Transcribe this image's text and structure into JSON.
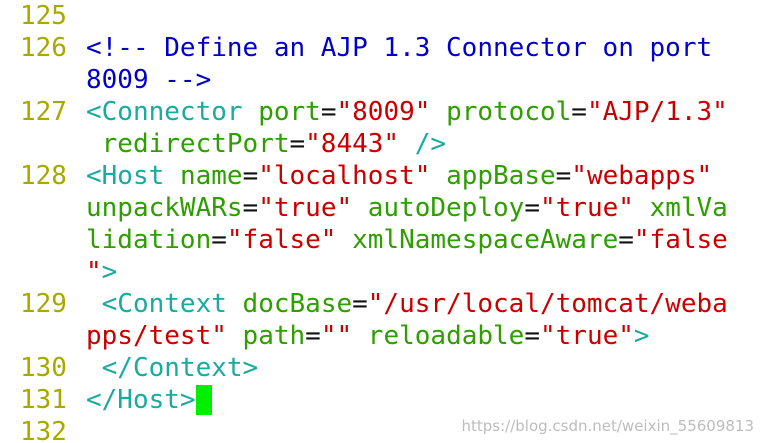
{
  "editor": {
    "lines": [
      {
        "num": "125",
        "segments": []
      },
      {
        "num": "126",
        "segments": [
          {
            "t": "<!-- Define an AJP 1.3 Connector on port",
            "c": "cmt"
          }
        ]
      },
      {
        "num": "",
        "segments": [
          {
            "t": "8009 -->",
            "c": "cmt"
          }
        ]
      },
      {
        "num": "127",
        "segments": [
          {
            "t": "<Connector",
            "c": "tag"
          },
          {
            "t": " ",
            "c": "plain"
          },
          {
            "t": "port",
            "c": "attr"
          },
          {
            "t": "=",
            "c": "eq"
          },
          {
            "t": "\"8009\"",
            "c": "val"
          },
          {
            "t": " ",
            "c": "plain"
          },
          {
            "t": "protocol",
            "c": "attr"
          },
          {
            "t": "=",
            "c": "eq"
          },
          {
            "t": "\"AJP/1.3\"",
            "c": "val"
          }
        ]
      },
      {
        "num": "",
        "segments": [
          {
            "t": " ",
            "c": "plain"
          },
          {
            "t": "redirectPort",
            "c": "attr"
          },
          {
            "t": "=",
            "c": "eq"
          },
          {
            "t": "\"8443\"",
            "c": "val"
          },
          {
            "t": " ",
            "c": "plain"
          },
          {
            "t": "/>",
            "c": "tag"
          }
        ]
      },
      {
        "num": "128",
        "segments": [
          {
            "t": "<Host",
            "c": "tag"
          },
          {
            "t": " ",
            "c": "plain"
          },
          {
            "t": "name",
            "c": "attr"
          },
          {
            "t": "=",
            "c": "eq"
          },
          {
            "t": "\"localhost\"",
            "c": "val"
          },
          {
            "t": " ",
            "c": "plain"
          },
          {
            "t": "appBase",
            "c": "attr"
          },
          {
            "t": "=",
            "c": "eq"
          },
          {
            "t": "\"webapps\"",
            "c": "val"
          }
        ]
      },
      {
        "num": "",
        "segments": [
          {
            "t": "unpackWARs",
            "c": "attr"
          },
          {
            "t": "=",
            "c": "eq"
          },
          {
            "t": "\"true\"",
            "c": "val"
          },
          {
            "t": " ",
            "c": "plain"
          },
          {
            "t": "autoDeploy",
            "c": "attr"
          },
          {
            "t": "=",
            "c": "eq"
          },
          {
            "t": "\"true\"",
            "c": "val"
          },
          {
            "t": " ",
            "c": "plain"
          },
          {
            "t": "xmlVa",
            "c": "attr"
          }
        ]
      },
      {
        "num": "",
        "segments": [
          {
            "t": "lidation",
            "c": "attr"
          },
          {
            "t": "=",
            "c": "eq"
          },
          {
            "t": "\"false\"",
            "c": "val"
          },
          {
            "t": " ",
            "c": "plain"
          },
          {
            "t": "xmlNamespaceAware",
            "c": "attr"
          },
          {
            "t": "=",
            "c": "eq"
          },
          {
            "t": "\"false",
            "c": "val"
          }
        ]
      },
      {
        "num": "",
        "segments": [
          {
            "t": "\"",
            "c": "val"
          },
          {
            "t": ">",
            "c": "tag"
          }
        ]
      },
      {
        "num": "129",
        "segments": [
          {
            "t": " ",
            "c": "plain"
          },
          {
            "t": "<Context",
            "c": "tag"
          },
          {
            "t": " ",
            "c": "plain"
          },
          {
            "t": "docBase",
            "c": "attr"
          },
          {
            "t": "=",
            "c": "eq"
          },
          {
            "t": "\"/usr/local/tomcat/weba",
            "c": "val"
          }
        ]
      },
      {
        "num": "",
        "segments": [
          {
            "t": "pps/test\"",
            "c": "val"
          },
          {
            "t": " ",
            "c": "plain"
          },
          {
            "t": "path",
            "c": "attr"
          },
          {
            "t": "=",
            "c": "eq"
          },
          {
            "t": "\"\"",
            "c": "val"
          },
          {
            "t": " ",
            "c": "plain"
          },
          {
            "t": "reloadable",
            "c": "attr"
          },
          {
            "t": "=",
            "c": "eq"
          },
          {
            "t": "\"true\"",
            "c": "val"
          },
          {
            "t": ">",
            "c": "tag"
          }
        ]
      },
      {
        "num": "130",
        "segments": [
          {
            "t": " ",
            "c": "plain"
          },
          {
            "t": "</Context>",
            "c": "tag"
          }
        ]
      },
      {
        "num": "131",
        "segments": [
          {
            "t": "</Host>",
            "c": "tag"
          }
        ],
        "cursor": true
      },
      {
        "num": "132",
        "segments": []
      }
    ]
  },
  "watermark": "https://blog.csdn.net/weixin_55609813",
  "colors": {
    "line_number": "#a8a800",
    "comment": "#0000c8",
    "tag": "#1aaaa0",
    "attribute": "#2e9e00",
    "value": "#c80000",
    "cursor": "#00ee00"
  }
}
